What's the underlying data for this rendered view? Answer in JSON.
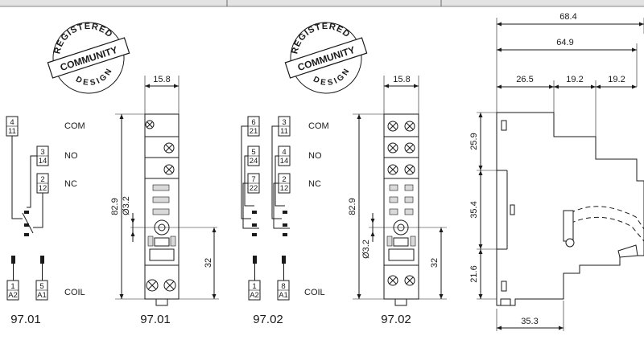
{
  "seal": {
    "top_text": "REGISTERED",
    "band_text": "COMMUNITY",
    "bottom_text": "DESIGN"
  },
  "labels": {
    "com": "COM",
    "no": "NO",
    "nc": "NC",
    "coil": "COIL"
  },
  "schematic_9701": {
    "com": [
      "4",
      "11"
    ],
    "no": [
      "3",
      "14"
    ],
    "nc": [
      "2",
      "12"
    ],
    "coil_left": [
      "1",
      "A2"
    ],
    "coil_right": [
      "5",
      "A1"
    ],
    "caption": "97.01"
  },
  "schematic_9702": {
    "com_left": [
      "6",
      "21"
    ],
    "com_right": [
      "3",
      "11"
    ],
    "no_left": [
      "5",
      "24"
    ],
    "no_right": [
      "4",
      "14"
    ],
    "nc_left": [
      "7",
      "22"
    ],
    "nc_right": [
      "2",
      "12"
    ],
    "coil_left": [
      "1",
      "A2"
    ],
    "coil_right": [
      "8",
      "A1"
    ],
    "caption": "97.02"
  },
  "front_9701": {
    "width": "15.8",
    "height": "82.9",
    "hole": "Ø3.2",
    "height_lower": "32",
    "caption": "97.01"
  },
  "front_9702": {
    "width": "15.8",
    "height": "82.9",
    "hole": "Ø3.2",
    "height_lower": "32",
    "caption": "97.02"
  },
  "side_view": {
    "overall_depth": "68.4",
    "depth_2": "64.9",
    "depth_a": "26.5",
    "depth_b": "19.2",
    "depth_c": "19.2",
    "h_top": "25.9",
    "h_mid": "35.4",
    "h_bottom": "21.6",
    "base_depth": "35.3"
  }
}
